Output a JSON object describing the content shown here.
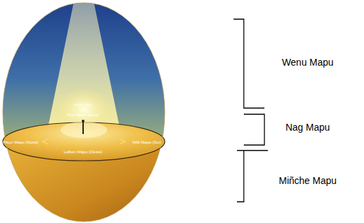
{
  "diagram": {
    "labels": [
      "Antü (Sol)",
      "Puel Mapu (Este)",
      "Pikun Mapu (Norte)",
      "Willi Mapu (Sur)",
      "Lafken Mapu (Oeste)",
      "Wenu Mapu",
      "Nag Mapu",
      "Miñche Mapu"
    ]
  }
}
